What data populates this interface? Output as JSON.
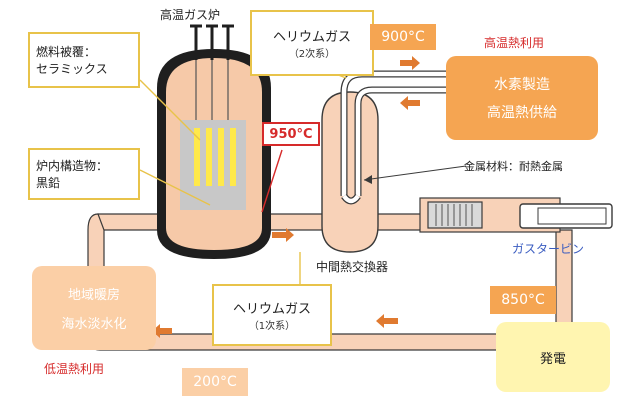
{
  "reactor": {
    "title": "高温ガス炉",
    "fuel_label_line1": "燃料被覆：",
    "fuel_label_line2": "セラミックス",
    "core_label_line1": "炉内構造物：",
    "core_label_line2": "黒鉛",
    "outlet_temp": "950°C"
  },
  "secondary_helium": {
    "label": "ヘリウムガス",
    "sub": "（2次系）"
  },
  "primary_helium": {
    "label": "ヘリウムガス",
    "sub": "（1次系）"
  },
  "temps": {
    "t900": "900°C",
    "t850": "850°C",
    "t200": "200°C"
  },
  "high_temp_use": {
    "label": "高温熱利用",
    "line1": "水素製造",
    "line2": "高温熱供給"
  },
  "heat_exchanger": {
    "label": "中間熱交換器",
    "material": "金属材料：耐熱金属"
  },
  "gas_turbine": {
    "label": "ガスタービン"
  },
  "power": {
    "label": "発電"
  },
  "low_temp_use": {
    "label": "低温熱利用",
    "line1": "地域暖房",
    "line2": "海水淡水化"
  },
  "colors": {
    "pipe": "#f8d2b8",
    "pipe_edge": "#3a3a3a",
    "orange_box": "#f5a552",
    "peach_box": "#fbcfa6",
    "yellow_box": "#fff5b0",
    "red_text": "#d62a2a",
    "blue_text": "#3a5cc0",
    "arrow": "#e07a30",
    "frame": "#e8c34a"
  }
}
